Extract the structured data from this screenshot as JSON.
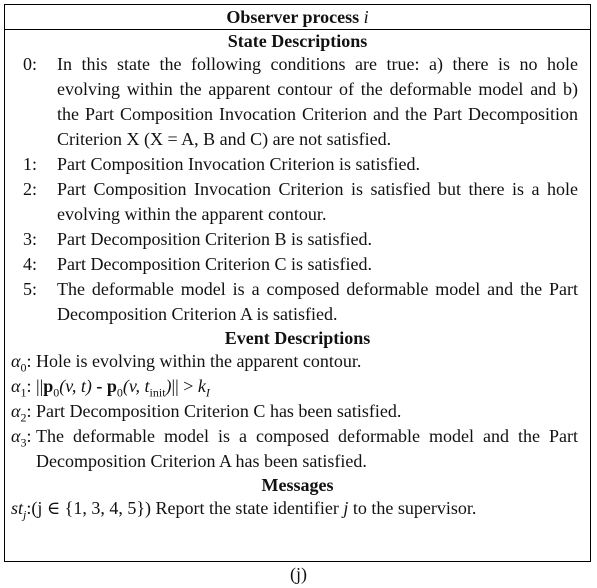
{
  "title": {
    "text": "Observer process",
    "var": "i"
  },
  "states": {
    "header": "State Descriptions",
    "items": [
      {
        "num": "0:",
        "text": "In this state the following conditions are true: a) there is no hole evolving within the apparent contour of the deformable model and b) the Part Composition Invocation Criterion and the Part Decomposition Criterion X (X = A, B and C) are not satisfied."
      },
      {
        "num": "1:",
        "text": "Part Composition Invocation Criterion is satisfied."
      },
      {
        "num": "2:",
        "text": "Part Composition Invocation Criterion is satisfied but there is a hole evolving within the apparent contour."
      },
      {
        "num": "3:",
        "text": "Part Decomposition Criterion B is satisfied."
      },
      {
        "num": "4:",
        "text": "Part Decomposition Criterion C is satisfied."
      },
      {
        "num": "5:",
        "text": "The deformable model is a composed deformable model and the Part Decomposition Criterion A is satisfied."
      }
    ]
  },
  "events": {
    "header": "Event Descriptions",
    "items": [
      {
        "sym": "α",
        "sub": "0",
        "text": "Hole is evolving within the apparent contour."
      },
      {
        "sym": "α",
        "sub": "1",
        "text": ""
      },
      {
        "sym": "α",
        "sub": "2",
        "text": "Part Decomposition Criterion C has been satisfied."
      },
      {
        "sym": "α",
        "sub": "3",
        "text": "The deformable model is a composed deformable model and the Part Decomposition Criterion A has been satisfied."
      }
    ],
    "formula": {
      "open": "||",
      "p": "p",
      "p_sub": "0",
      "args1": "(v, t)",
      "minus": " - ",
      "args2_open": "(v, t",
      "init": "init",
      "args2_close": ")",
      "close": "|| > ",
      "k": "k",
      "k_sub": "I"
    }
  },
  "messages": {
    "header": "Messages",
    "sym": "st",
    "sym_sub": "j",
    "cond": ":(j ∈ {1, 3, 4, 5})",
    "text": " Report the state identifier ",
    "j": "j",
    "tail": " to the supervisor."
  },
  "caption": "(j)"
}
